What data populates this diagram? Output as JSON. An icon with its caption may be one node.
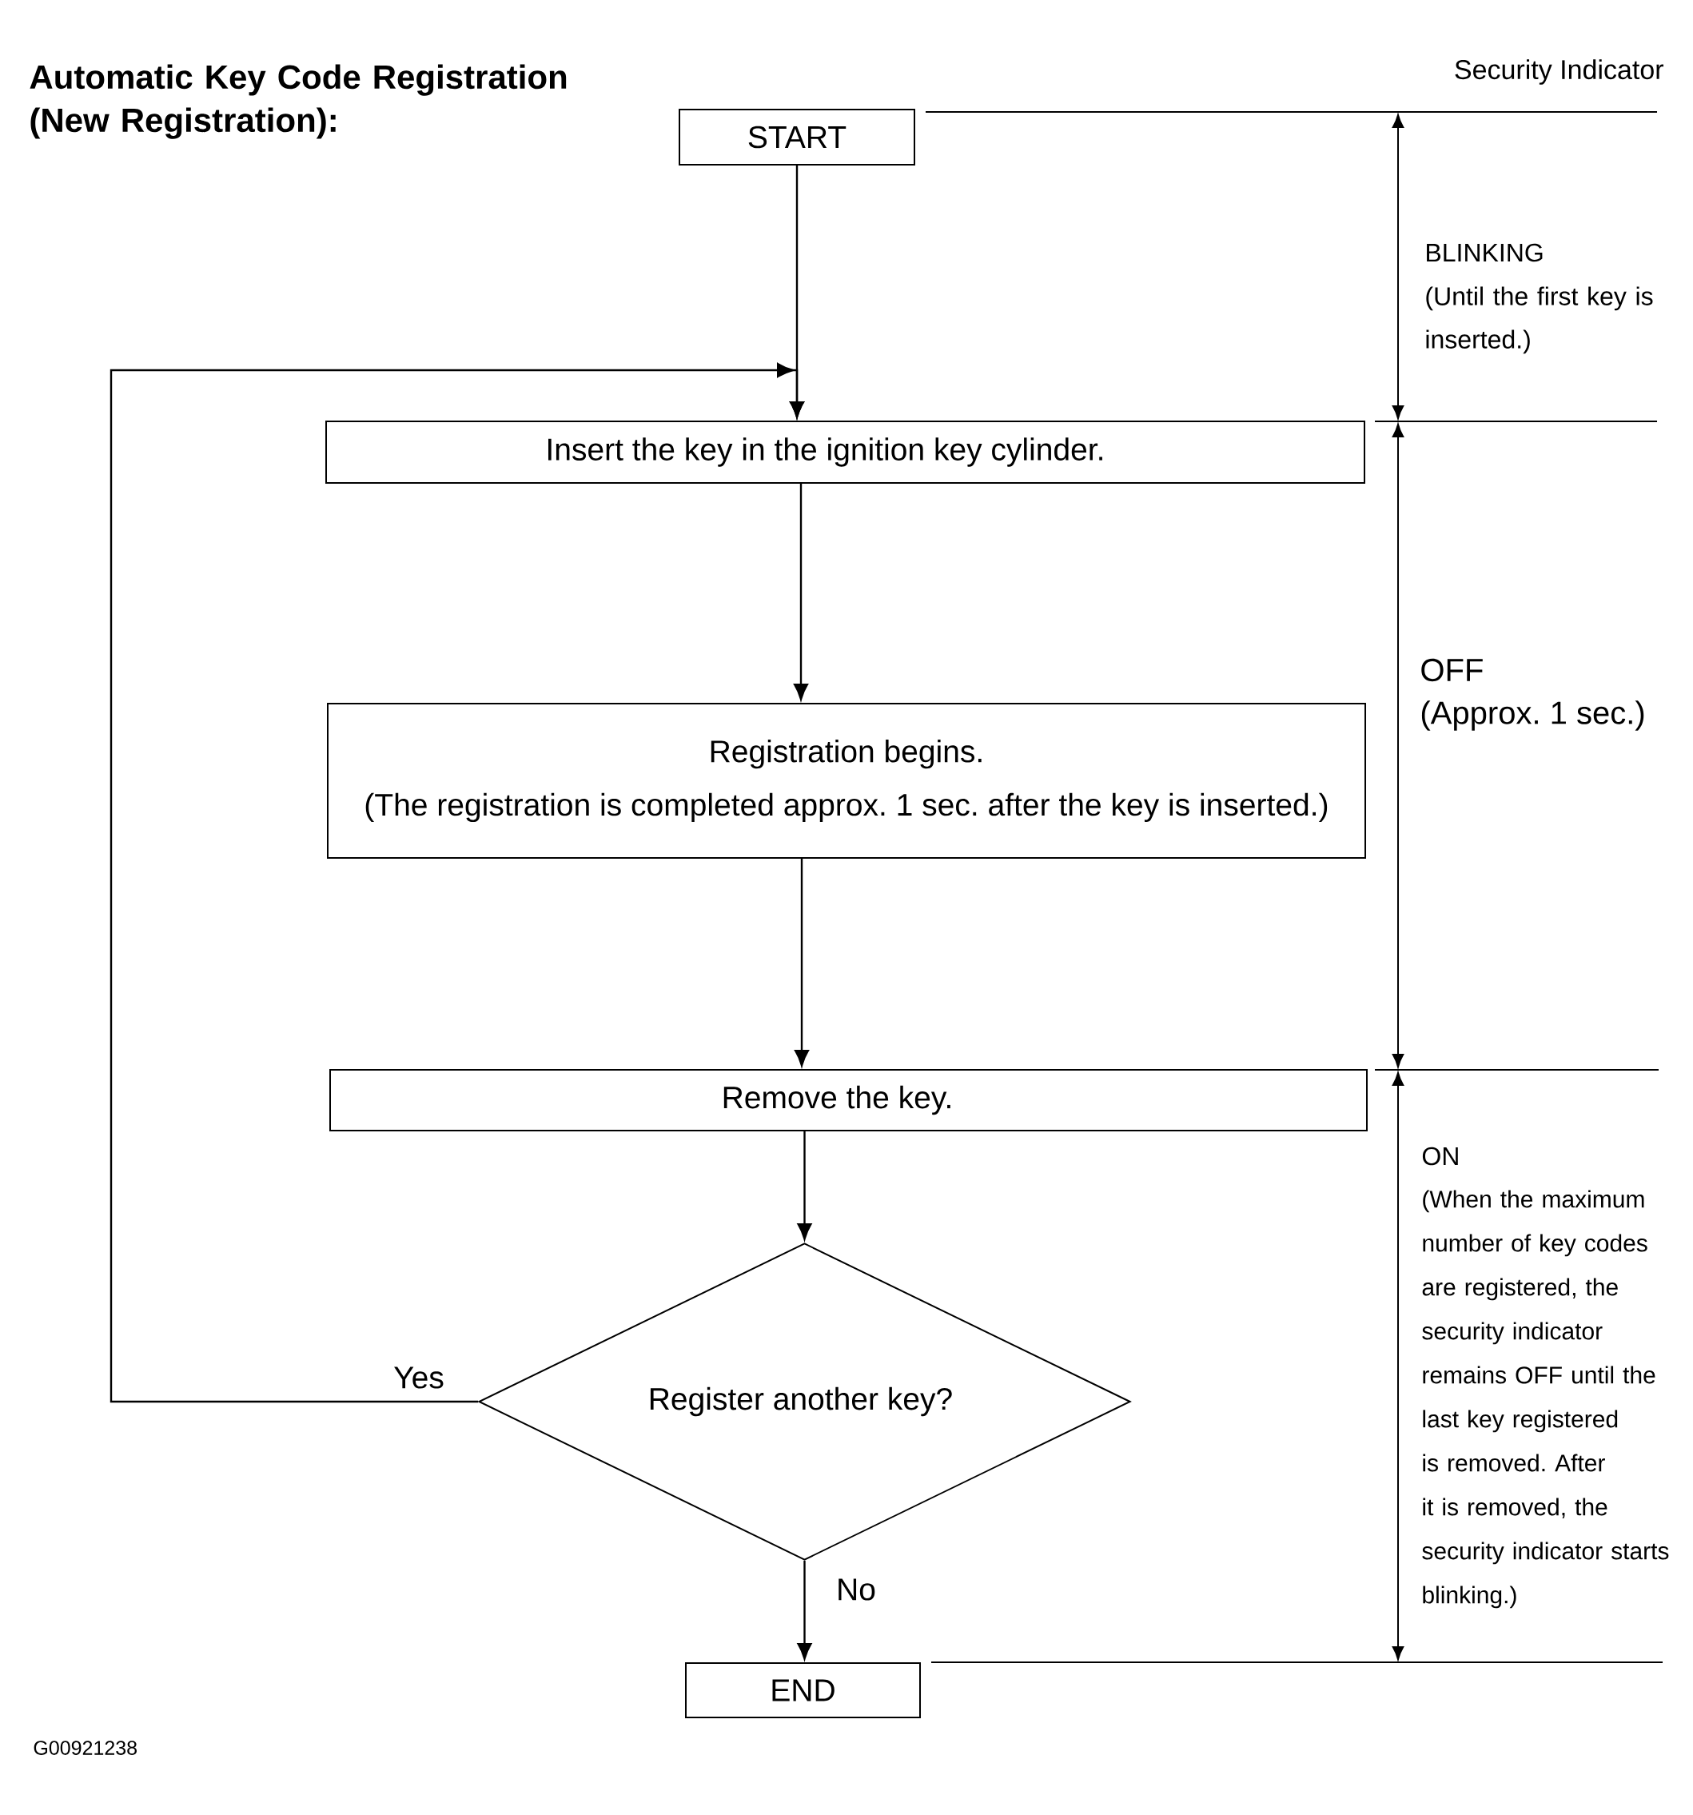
{
  "diagram": {
    "title": "Automatic Key Code Registration (New Registration):",
    "nodes": [
      {
        "text": [
          "START"
        ]
      },
      {
        "text": [
          "Insert the key in the ignition key cylinder."
        ]
      },
      {
        "text": [
          "Registration begins.",
          "(The registration is completed approx. 1 sec. after the key is inserted.)"
        ]
      },
      {
        "text": [
          "Remove the key."
        ]
      },
      {
        "text": [
          "Register another key?"
        ]
      },
      {
        "text": [
          "END"
        ]
      }
    ],
    "edges": [
      {
        "from": 0,
        "to": 1,
        "arrow": "to"
      },
      {
        "from": 1,
        "to": 2,
        "arrow": "to"
      },
      {
        "from": 2,
        "to": 3,
        "arrow": "to"
      },
      {
        "from": 3,
        "to": 4,
        "arrow": "to"
      },
      {
        "from": 4,
        "to": 1,
        "arrow": "to",
        "label": "Yes"
      },
      {
        "from": 4,
        "to": 5,
        "arrow": "to",
        "label": "No"
      }
    ],
    "labels": [
      "Security Indicator",
      "BLINKING",
      "(Until the first key is inserted.)",
      "OFF",
      "(Approx. 1 sec.)",
      "ON",
      "(When the maximum number of key codes are registered, the security indicator remains OFF until the last key registered is removed. After it is removed, the security indicator starts blinking.)",
      "G00921238"
    ]
  }
}
